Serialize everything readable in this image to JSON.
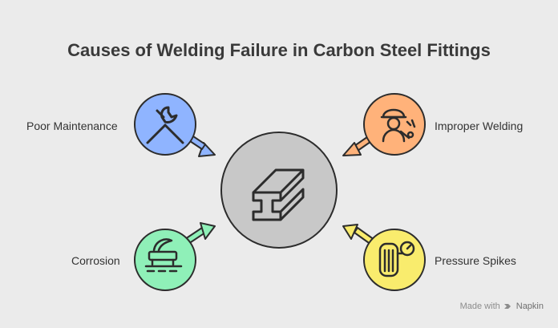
{
  "title": "Causes of Welding Failure in Carbon Steel Fittings",
  "center": {
    "icon": "steel-i-beam-icon",
    "color": "#c8c8c8"
  },
  "causes": [
    {
      "label": "Poor Maintenance",
      "icon": "wrench-icon",
      "color": "#8fb4ff"
    },
    {
      "label": "Improper Welding",
      "icon": "welder-worker-icon",
      "color": "#ffb27a"
    },
    {
      "label": "Corrosion",
      "icon": "corrosion-icon",
      "color": "#8ff0b8"
    },
    {
      "label": "Pressure Spikes",
      "icon": "pressure-gauge-icon",
      "color": "#f9ec6d"
    }
  ],
  "footer": {
    "made_with": "Made with",
    "brand": "Napkin"
  }
}
